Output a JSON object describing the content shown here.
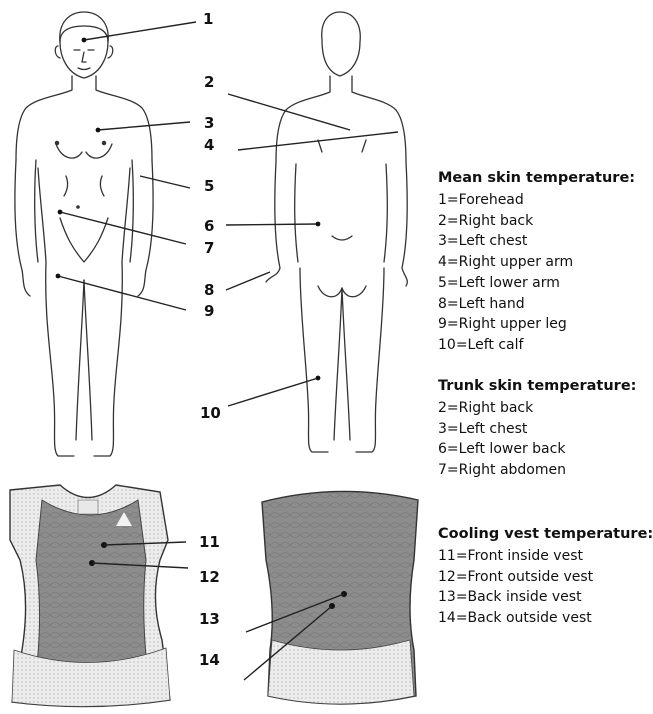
{
  "markers": {
    "m1": "1",
    "m2": "2",
    "m3": "3",
    "m4": "4",
    "m5": "5",
    "m6": "6",
    "m7": "7",
    "m8": "8",
    "m9": "9",
    "m10": "10",
    "m11": "11",
    "m12": "12",
    "m13": "13",
    "m14": "14"
  },
  "legend": {
    "mean": {
      "title": "Mean skin temperature:",
      "items": [
        "1=Forehead",
        "2=Right back",
        "3=Left chest",
        "4=Right upper arm",
        "5=Left lower arm",
        "8=Left hand",
        "9=Right upper leg",
        "10=Left calf"
      ]
    },
    "trunk": {
      "title": "Trunk skin temperature:",
      "items": [
        "2=Right back",
        "3=Left chest",
        "6=Left lower back",
        "7=Right abdomen"
      ]
    },
    "vest": {
      "title": "Cooling vest temperature:",
      "items": [
        "11=Front inside vest",
        "12=Front outside vest",
        "13=Back inside vest",
        "14=Back outside vest"
      ]
    }
  },
  "colors": {
    "outline": "#333333",
    "vest_panel": "#8a8a8a",
    "vest_mesh": "#e6e6e6"
  }
}
